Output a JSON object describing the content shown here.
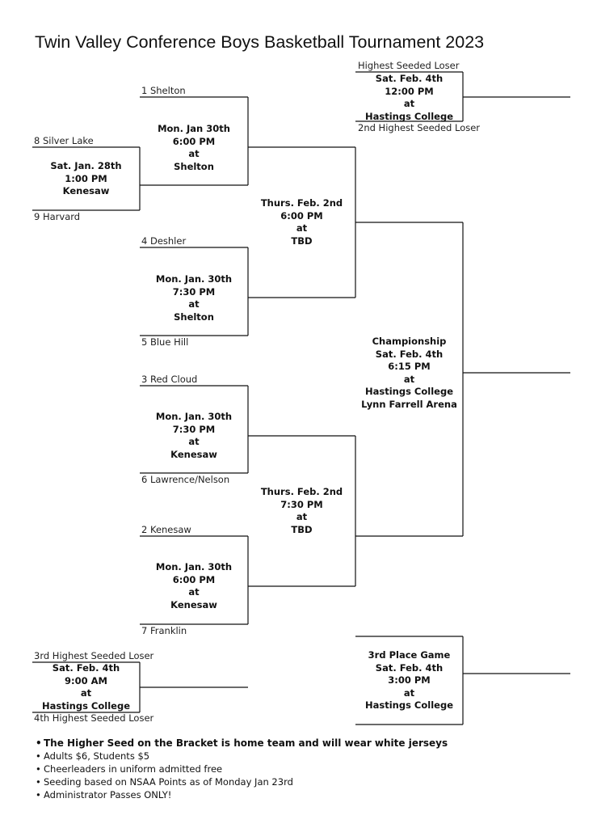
{
  "title": "Twin Valley Conference Boys Basketball Tournament 2023",
  "teams": {
    "t1": "1 Shelton",
    "t8": "8 Silver Lake",
    "t9": "9 Harvard",
    "t4": "4 Deshler",
    "t5": "5 Blue Hill",
    "t3": "3 Red Cloud",
    "t6": "6 Lawrence/Nelson",
    "t2": "2 Kenesaw",
    "t7": "7 Franklin",
    "hsl": "Highest Seeded Loser",
    "hsl2": "2nd Highest Seeded Loser",
    "hsl3": "3rd Highest Seeded Loser",
    "hsl4": "4th Highest Seeded Loser"
  },
  "games": {
    "play_in": [
      "Sat. Jan. 28th",
      "1:00 PM",
      "Kenesaw"
    ],
    "qf1": [
      "Mon. Jan 30th",
      "6:00 PM",
      "at",
      "Shelton"
    ],
    "qf2": [
      "Mon. Jan. 30th",
      "7:30 PM",
      "at",
      "Shelton"
    ],
    "qf3": [
      "Mon. Jan. 30th",
      "7:30 PM",
      "at",
      "Kenesaw"
    ],
    "qf4": [
      "Mon. Jan. 30th",
      "6:00 PM",
      "at",
      "Kenesaw"
    ],
    "sf1": [
      "Thurs. Feb. 2nd",
      "6:00 PM",
      "at",
      "TBD"
    ],
    "sf2": [
      "Thurs. Feb. 2nd",
      "7:30 PM",
      "at",
      "TBD"
    ],
    "consolation_top": [
      "Sat. Feb. 4th",
      "12:00 PM",
      "at",
      "Hastings College"
    ],
    "championship": [
      "Championship",
      "Sat. Feb. 4th",
      "6:15 PM",
      "at",
      "Hastings College",
      "Lynn Farrell Arena"
    ],
    "consolation_bottom": [
      "Sat. Feb. 4th",
      "9:00 AM",
      "at",
      "Hastings College"
    ],
    "third_place": [
      "3rd Place Game",
      "Sat. Feb. 4th",
      "3:00 PM",
      "at",
      "Hastings College"
    ]
  },
  "notes": [
    "The Higher Seed on the Bracket is home team and will wear white jerseys",
    "Adults $6, Students $5",
    "Cheerleaders in uniform admitted free",
    "Seeding based on NSAA Points as of Monday Jan 23rd",
    "Administrator Passes ONLY!"
  ]
}
